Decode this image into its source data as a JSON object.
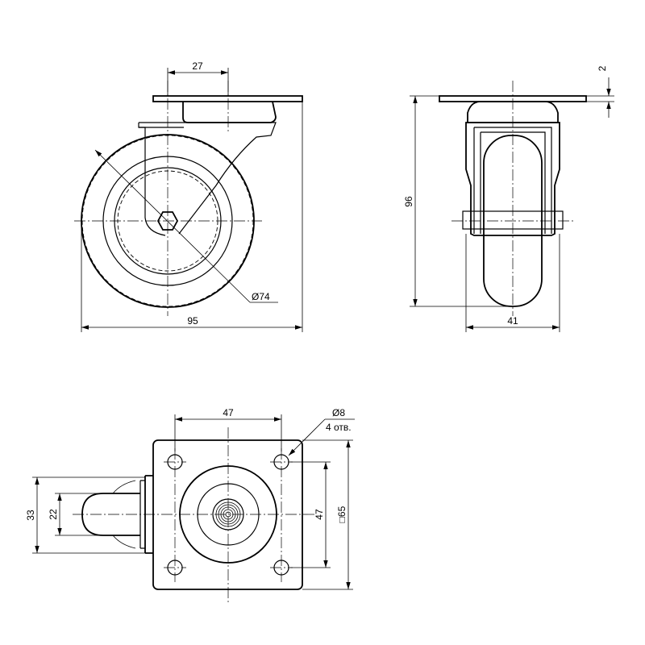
{
  "drawing": {
    "side_view": {
      "dim_plate_offset": "27",
      "dim_wheel_diameter": "Ø74",
      "dim_overall_length": "95"
    },
    "front_view": {
      "dim_plate_thickness": "2",
      "dim_height": "96",
      "dim_width": "41"
    },
    "top_view": {
      "dim_hole_spacing_x": "47",
      "dim_hole_diameter": "Ø8",
      "dim_hole_count": "4 отв.",
      "dim_hole_spacing_y": "47",
      "dim_plate_size": "□65",
      "dim_fork_outer": "33",
      "dim_fork_inner": "22"
    }
  }
}
